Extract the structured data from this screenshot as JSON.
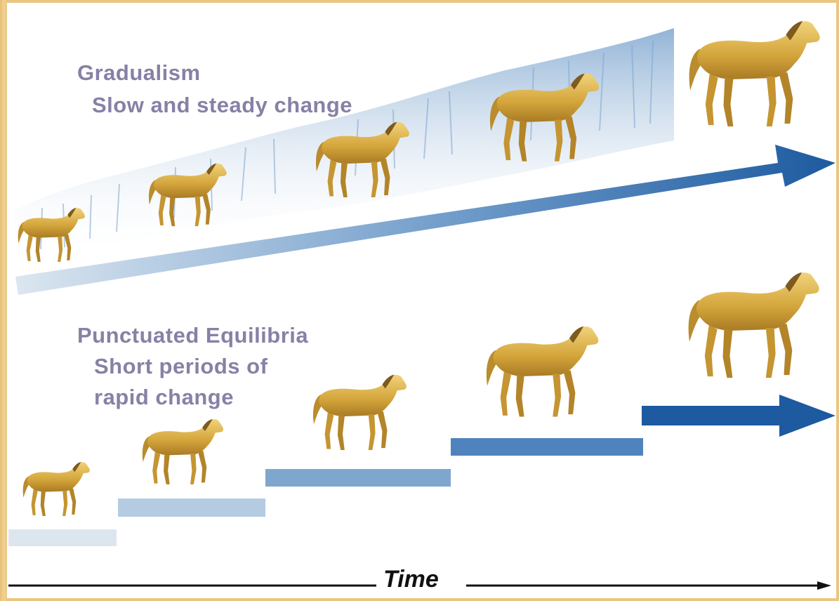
{
  "gradualism": {
    "title": "Gradualism",
    "subtitle": "Slow and steady change"
  },
  "punctuated": {
    "title": "Punctuated Equilibria",
    "subtitle_line1": "Short periods of",
    "subtitle_line2": "rapid change"
  },
  "axis": {
    "label": "Time"
  },
  "colors": {
    "frame": "#e9c27a",
    "label_text": "#8681a6",
    "arrow_dark": "#1d5aa0",
    "arrow_light": "#dbe6f0",
    "horse_gold": "#d6a93c",
    "horse_shadow": "#9b7322"
  },
  "icons": [
    "horse-icon",
    "arrow-icon"
  ]
}
